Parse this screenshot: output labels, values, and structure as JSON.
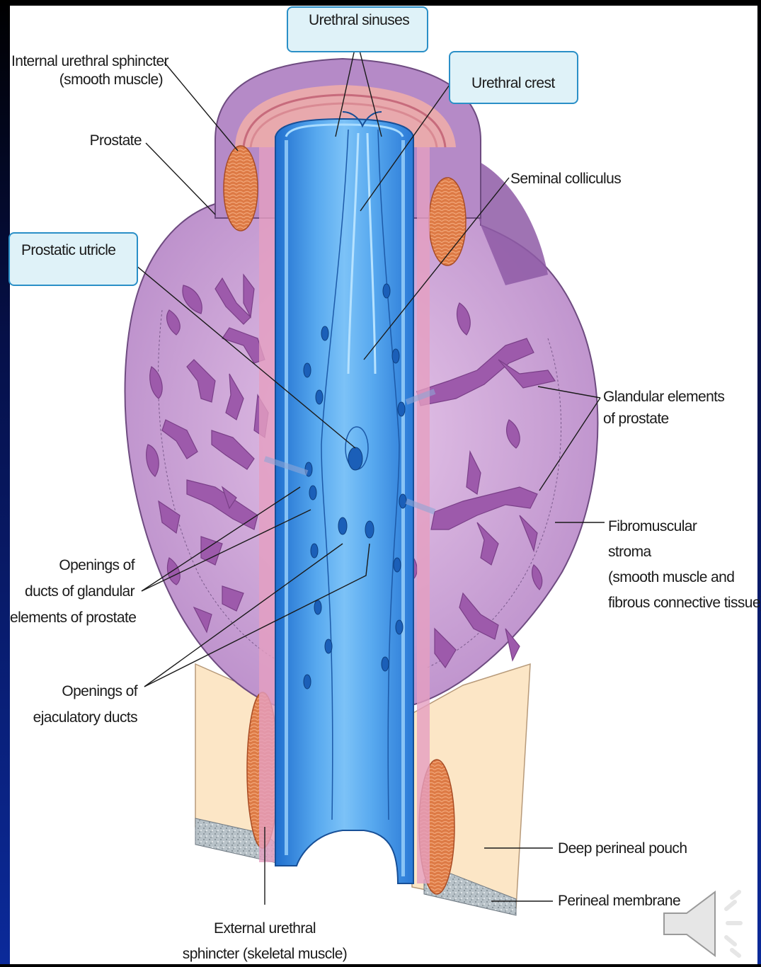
{
  "labels": {
    "urethral_sinuses": "Urethral sinuses",
    "internal_sphincter": [
      "Internal urethral sphincter",
      "(smooth muscle)"
    ],
    "urethral_crest": "Urethral crest",
    "prostate": "Prostate",
    "seminal_colliculus": "Seminal colliculus",
    "prostatic_utricle": "Prostatic utricle",
    "glandular_elements": [
      "Glandular elements",
      "of prostate"
    ],
    "fibromuscular_stroma": [
      "Fibromuscular",
      "stroma",
      "(smooth muscle and",
      "fibrous connective tissue)"
    ],
    "openings_glandular_ducts": [
      "Openings of",
      "ducts of glandular",
      "elements of prostate"
    ],
    "openings_ejaculatory": [
      "Openings of",
      "ejaculatory ducts"
    ],
    "deep_perineal_pouch": "Deep perineal pouch",
    "perineal_membrane": "Perineal membrane",
    "external_sphincter": [
      "External urethral",
      "sphincter (skeletal muscle)"
    ]
  },
  "icons": {
    "speaker": "speaker-icon"
  },
  "colors": {
    "slide_background": "#0a1a6e",
    "highlight_box_fill": "#dff2f8",
    "highlight_box_border": "#2a8fc7",
    "urethra": "#3d8fdc",
    "prostate_tissue": "#c79ad3",
    "glandular": "#9b5aa8",
    "sphincter": "#d9733f",
    "pouch": "#fbe3c0"
  }
}
